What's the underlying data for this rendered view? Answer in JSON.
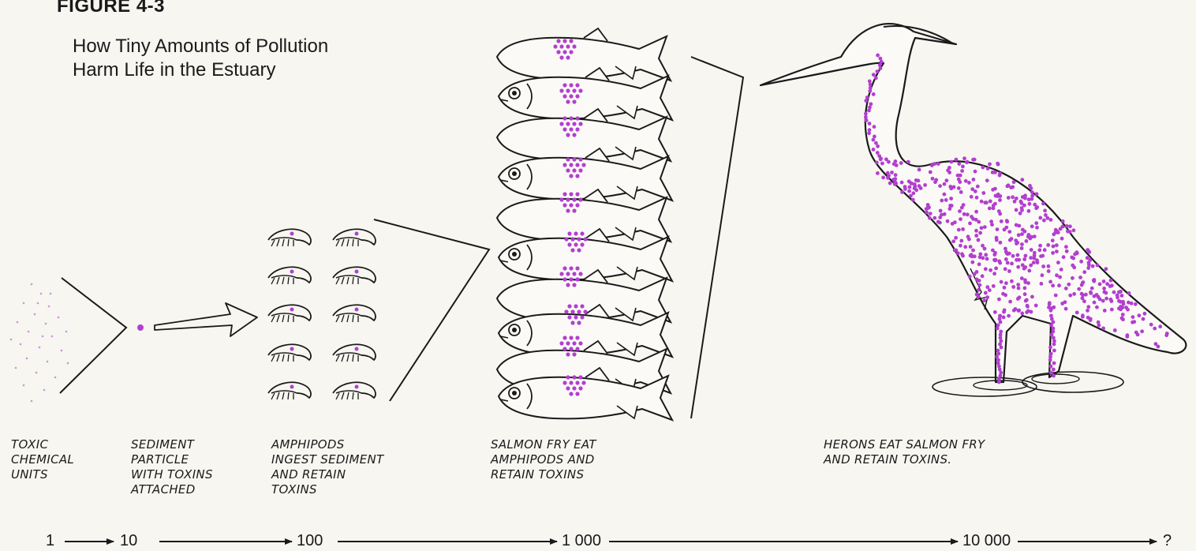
{
  "figure": {
    "number": "FIGURE 4-3",
    "title_line1": "How Tiny Amounts of Pollution",
    "title_line2": "Harm Life in the Estuary"
  },
  "stages": [
    {
      "label": "TOXIC\nCHEMICAL\nUNITS"
    },
    {
      "label": "SEDIMENT\nPARTICLE\nWITH TOXINS\nATTACHED"
    },
    {
      "label": "AMPHIPODS\nINGEST SEDIMENT\nAND RETAIN\nTOXINS"
    },
    {
      "label": "SALMON FRY EAT\nAMPHIPODS AND\nRETAIN TOXINS"
    },
    {
      "label": "HERONS EAT SALMON FRY\nAND RETAIN TOXINS."
    }
  ],
  "scale": [
    "1",
    "10",
    "100",
    "1 000",
    "10 000",
    "?"
  ],
  "colors": {
    "toxin": "#b23fd0",
    "ink": "#1a1a1a",
    "paper": "#f7f6f1"
  }
}
